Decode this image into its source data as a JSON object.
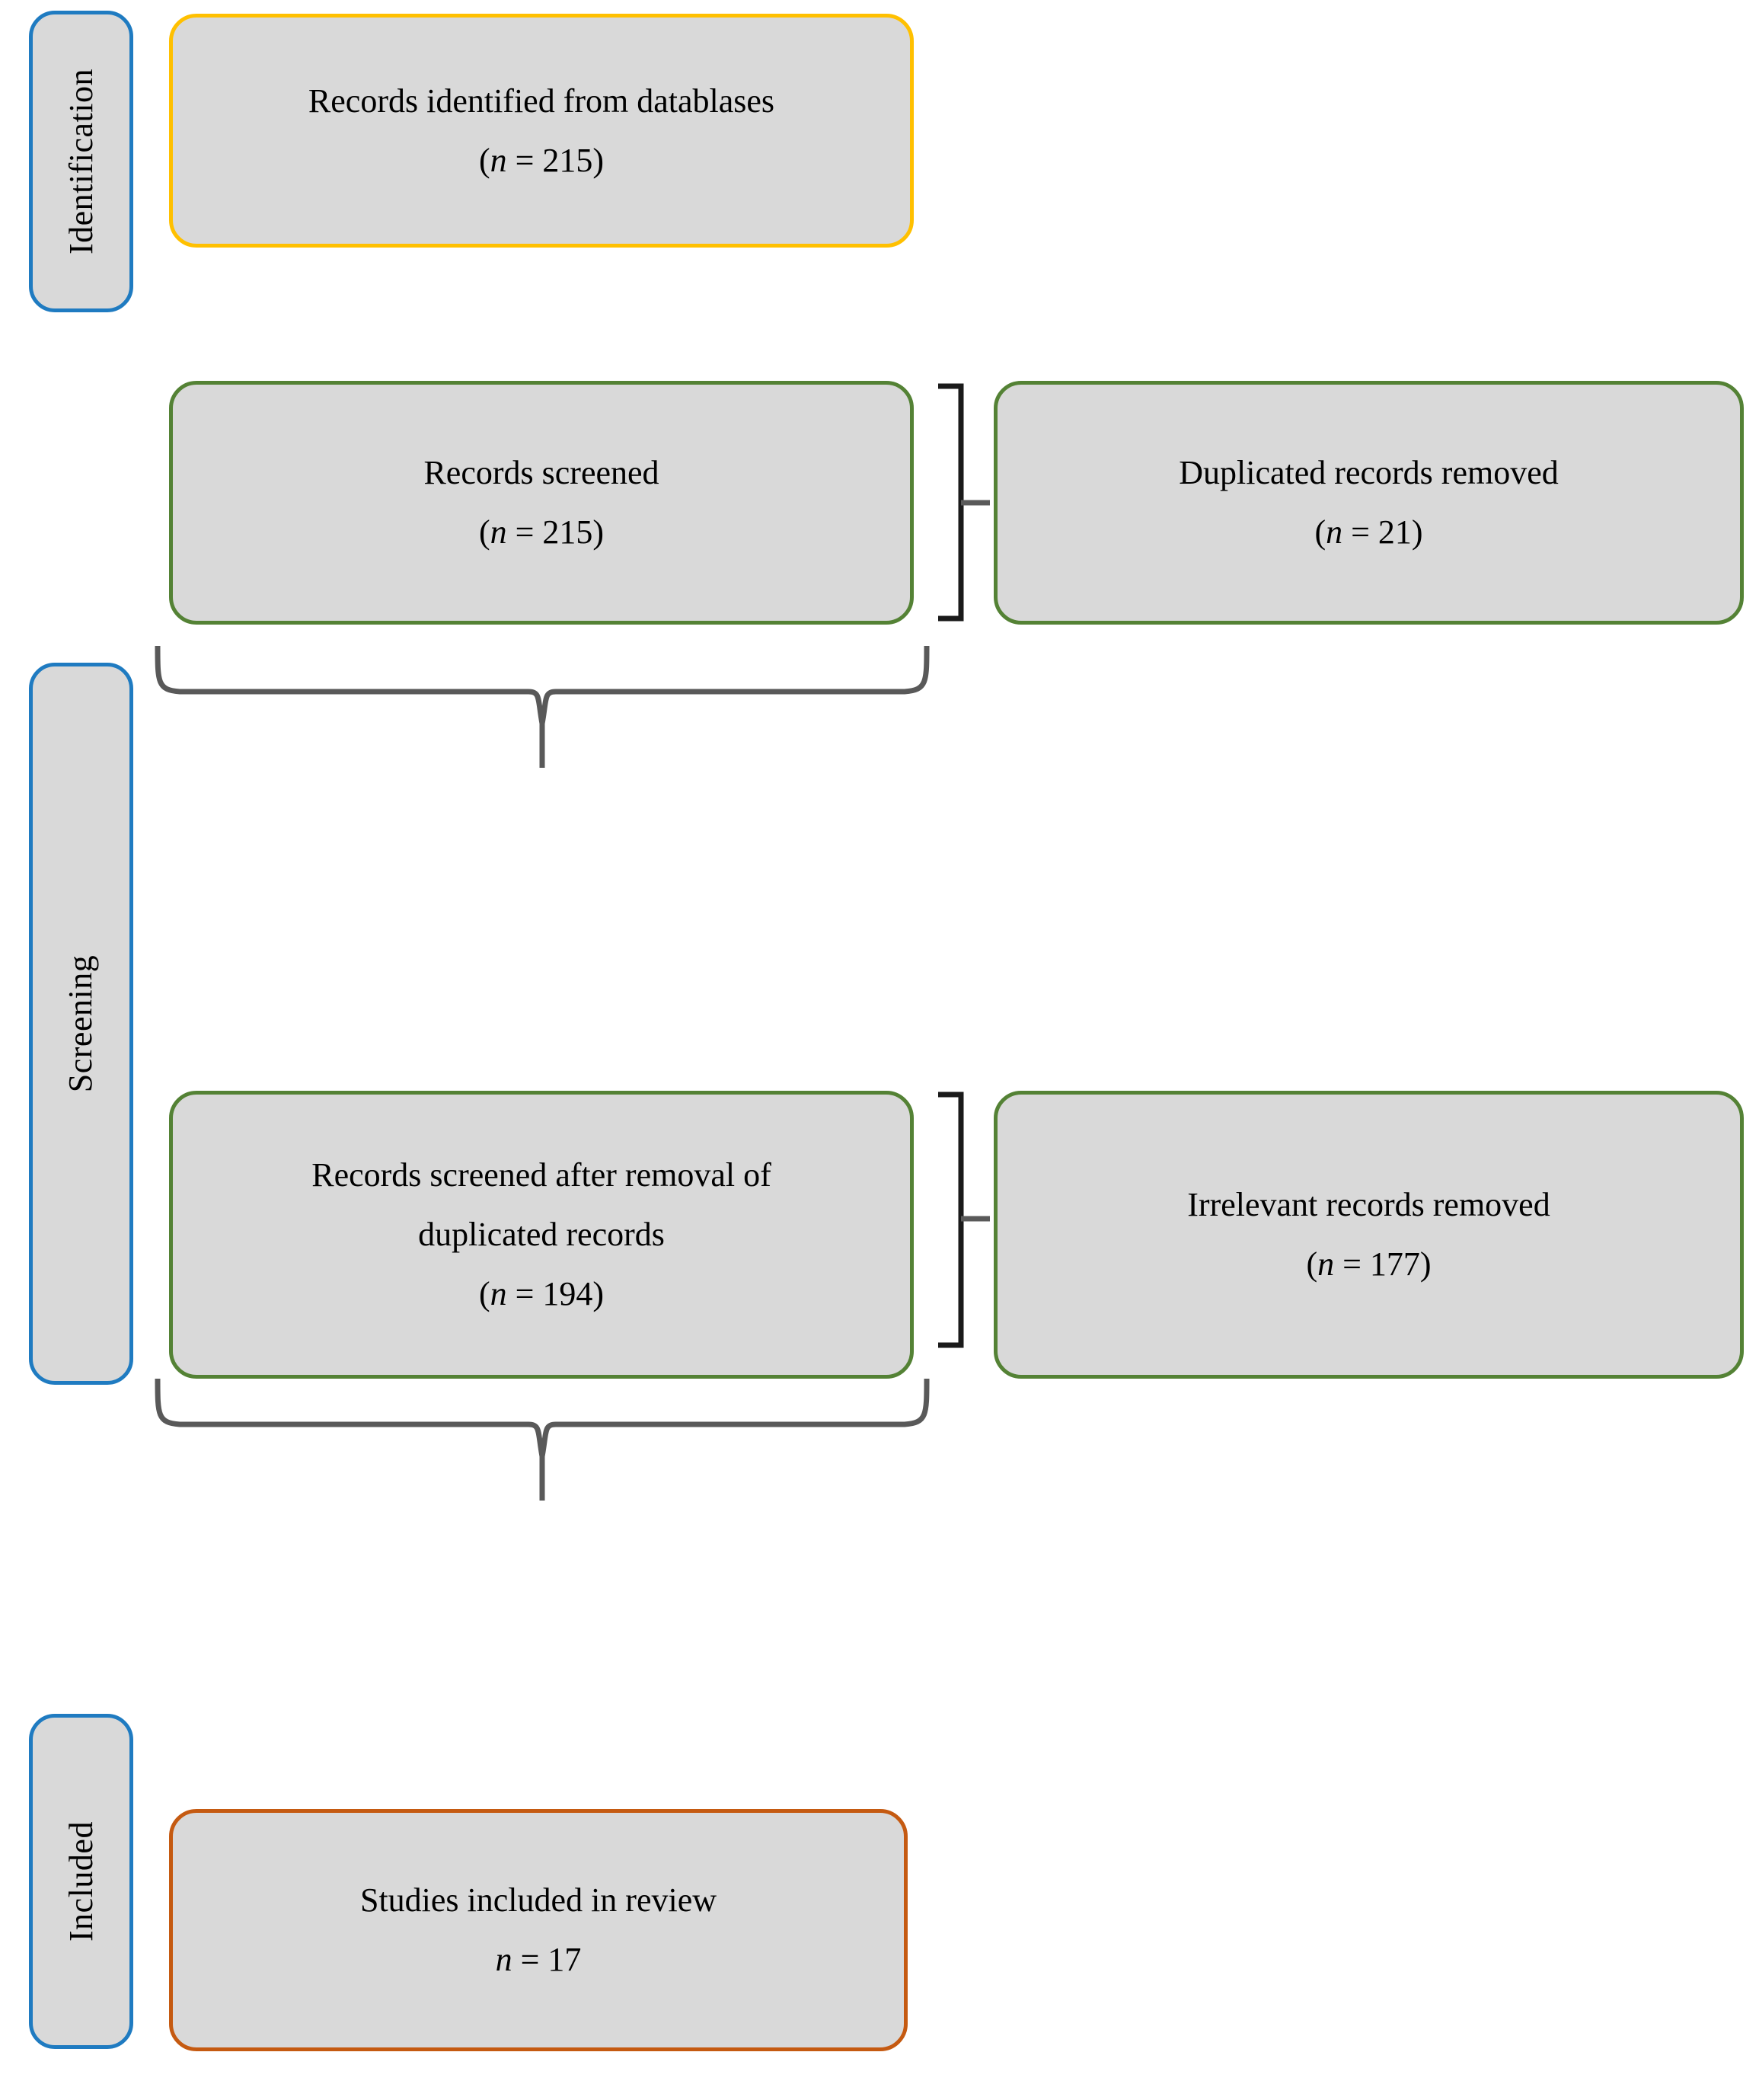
{
  "diagram": {
    "type": "prisma-flow-diagram",
    "colors": {
      "box_fill": "#D9D9D9",
      "stage_border": "#1F7BC1",
      "identification_border": "#FFC000",
      "screening_border": "#548235",
      "included_border": "#C55A11",
      "connector": "#595959"
    }
  },
  "stages": [
    {
      "id": "identification",
      "label": "Identification"
    },
    {
      "id": "screening",
      "label": "Screening"
    },
    {
      "id": "included",
      "label": "Included"
    }
  ],
  "nodes": {
    "identified": {
      "line1": "Records identified from datablases",
      "n_symbol": "n",
      "count_line": "( = 215)",
      "count_prefix": "(",
      "count_suffix": " = 215)",
      "count": 215
    },
    "screened": {
      "line1": "Records screened",
      "n_symbol": "n",
      "count_prefix": "(",
      "count_suffix": " = 215)",
      "count": 215
    },
    "duplicates_removed": {
      "line1": "Duplicated records removed",
      "n_symbol": "n",
      "count_prefix": "(",
      "count_suffix": " = 21)",
      "count": 21
    },
    "screened_after_dedup": {
      "line1": "Records screened after removal of",
      "line2": "duplicated records",
      "n_symbol": "n",
      "count_prefix": "(",
      "count_suffix": " = 194)",
      "count": 194
    },
    "irrelevant_removed": {
      "line1": "Irrelevant records removed",
      "n_symbol": "n",
      "count_prefix": "(",
      "count_suffix": " = 177)",
      "count": 177
    },
    "included_studies": {
      "line1": "Studies included in review",
      "n_symbol": "n",
      "count_prefix": "",
      "count_suffix": " = 17",
      "count": 17
    }
  },
  "chart_data": {
    "type": "table",
    "title": "PRISMA flow of study selection",
    "categories": [
      "Records identified from datablases",
      "Records screened",
      "Duplicated records removed",
      "Records screened after removal of duplicated records",
      "Irrelevant records removed",
      "Studies included in review"
    ],
    "values": [
      215,
      215,
      21,
      194,
      177,
      17
    ]
  }
}
